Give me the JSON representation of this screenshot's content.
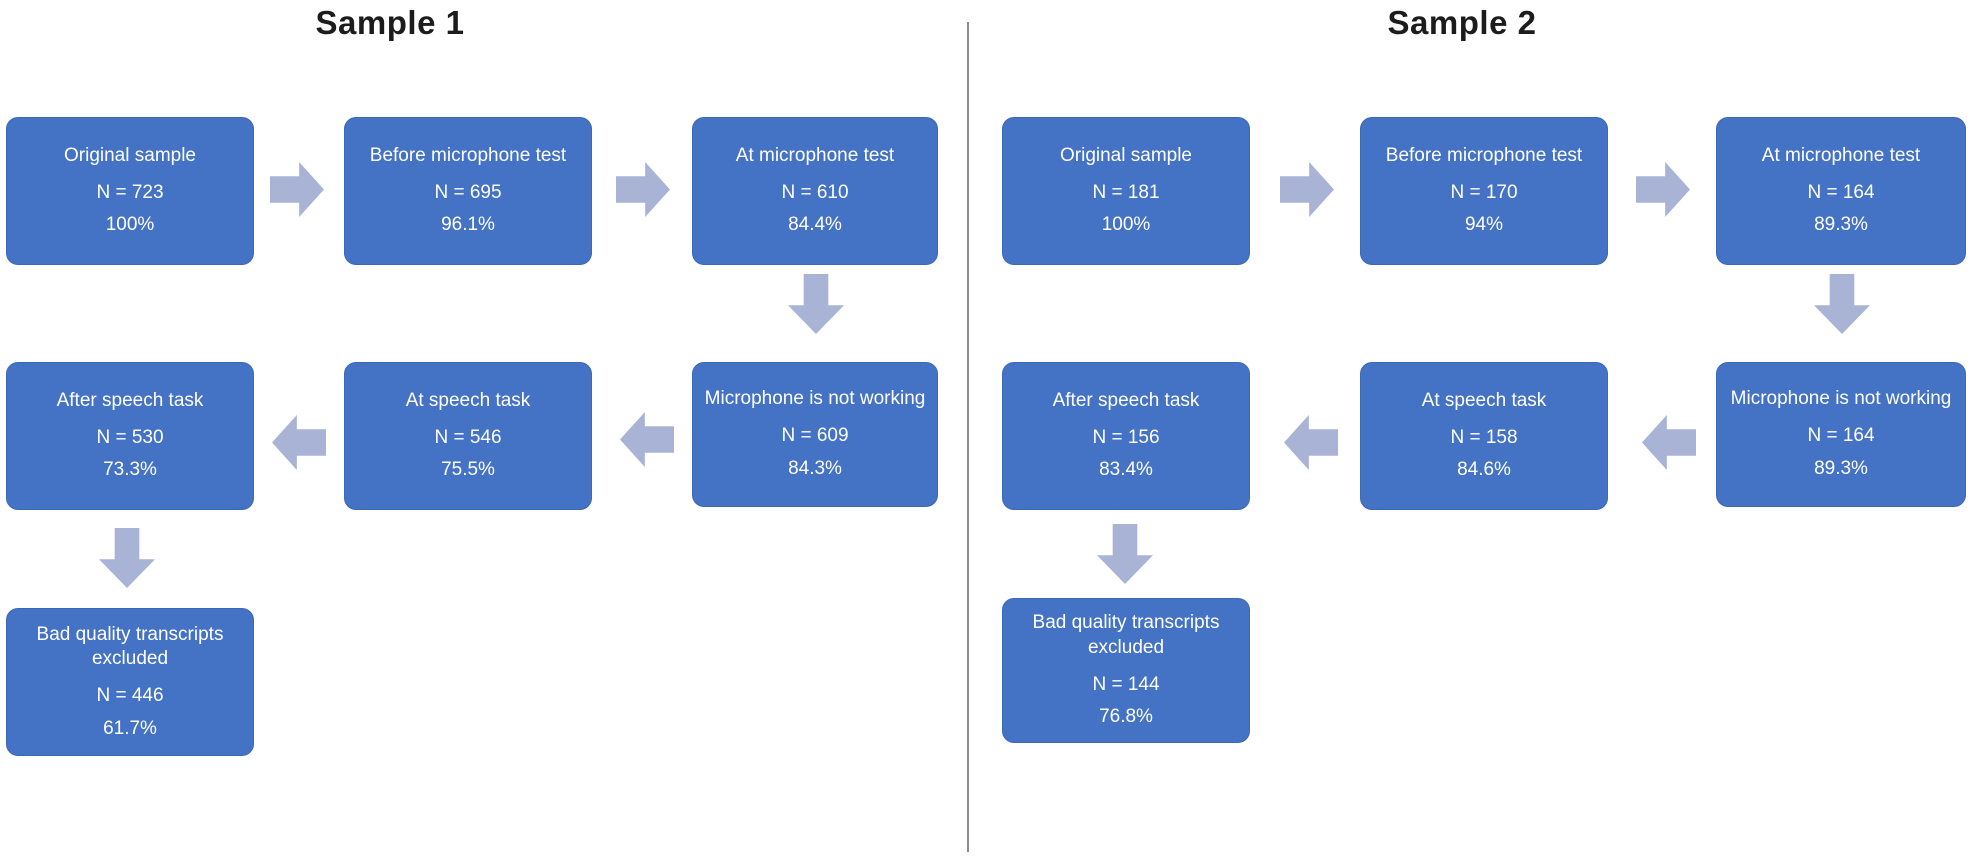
{
  "diagram": {
    "sample1": {
      "title": "Sample 1",
      "boxes": {
        "original": {
          "label": "Original sample",
          "n": "N = 723",
          "pct": "100%"
        },
        "before_mic": {
          "label": "Before microphone test",
          "n": "N = 695",
          "pct": "96.1%"
        },
        "at_mic": {
          "label": "At microphone test",
          "n": "N = 610",
          "pct": "84.4%"
        },
        "mic_not_working": {
          "label": "Microphone is not working",
          "n": "N = 609",
          "pct": "84.3%"
        },
        "at_speech": {
          "label": "At speech task",
          "n": "N = 546",
          "pct": "75.5%"
        },
        "after_speech": {
          "label": "After speech task",
          "n": "N = 530",
          "pct": "73.3%"
        },
        "bad_quality": {
          "label": "Bad quality transcripts excluded",
          "n": "N = 446",
          "pct": "61.7%"
        }
      }
    },
    "sample2": {
      "title": "Sample 2",
      "boxes": {
        "original": {
          "label": "Original sample",
          "n": "N = 181",
          "pct": "100%"
        },
        "before_mic": {
          "label": "Before microphone test",
          "n": "N = 170",
          "pct": "94%"
        },
        "at_mic": {
          "label": "At microphone test",
          "n": "N = 164",
          "pct": "89.3%"
        },
        "mic_not_working": {
          "label": "Microphone is not working",
          "n": "N = 164",
          "pct": "89.3%"
        },
        "at_speech": {
          "label": "At speech task",
          "n": "N = 158",
          "pct": "84.6%"
        },
        "after_speech": {
          "label": "After speech task",
          "n": "N = 156",
          "pct": "83.4%"
        },
        "bad_quality": {
          "label": "Bad quality transcripts excluded",
          "n": "N = 144",
          "pct": "76.8%"
        }
      }
    },
    "colors": {
      "box_fill": "#4472C4",
      "box_border": "#3D68B5",
      "arrow": "#A9B3D6",
      "divider": "#8C8C8C",
      "box_text": "#FFFFFF",
      "title_text": "#1C1C1C"
    }
  }
}
